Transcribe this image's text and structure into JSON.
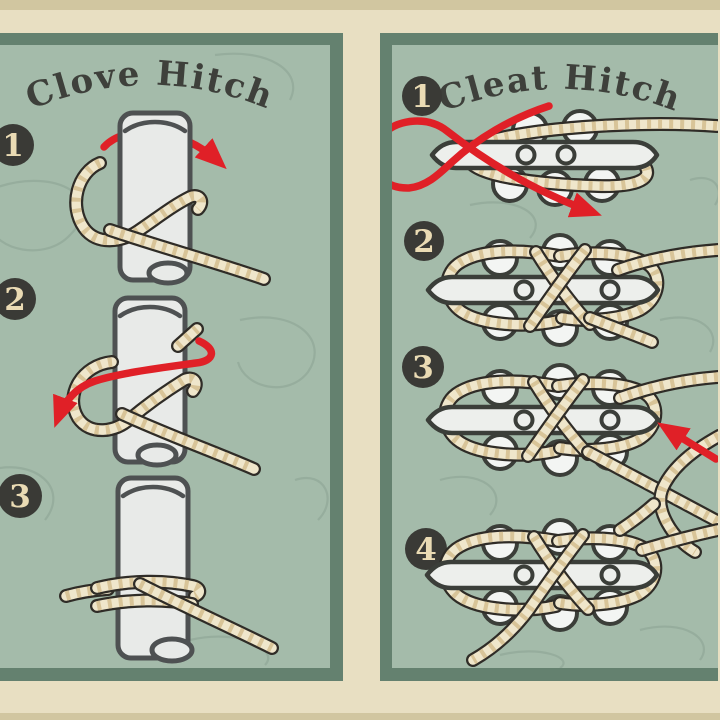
{
  "page": {
    "background_color": "#e8dfc2",
    "edge_strip_color": "#d1c6a0"
  },
  "panels": [
    {
      "title": "Clove Hitch",
      "subject": "pole",
      "steps": [
        {
          "number": "1",
          "has_red_arrow": true
        },
        {
          "number": "2",
          "has_red_arrow": true
        },
        {
          "number": "3",
          "has_red_arrow": false
        }
      ]
    },
    {
      "title": "Cleat Hitch",
      "subject": "boat cleat",
      "steps": [
        {
          "number": "1",
          "has_red_arrow": true
        },
        {
          "number": "2",
          "has_red_arrow": false
        },
        {
          "number": "3",
          "has_red_arrow": true
        },
        {
          "number": "4",
          "has_red_arrow": false
        }
      ]
    }
  ],
  "colors": {
    "panel_background": "#a4bbaa",
    "panel_border": "#64816f",
    "contour_line": "#8aa291",
    "rope_fill": "#efe6cb",
    "rope_shade": "#d8c498",
    "rope_outline": "#2f2c27",
    "arrow_red": "#e02027",
    "badge_background": "#3a3a36",
    "badge_number": "#eadbb4",
    "title_text": "#3e403b",
    "hardware_fill": "#edefec",
    "hardware_outline": "#3b3e39"
  }
}
